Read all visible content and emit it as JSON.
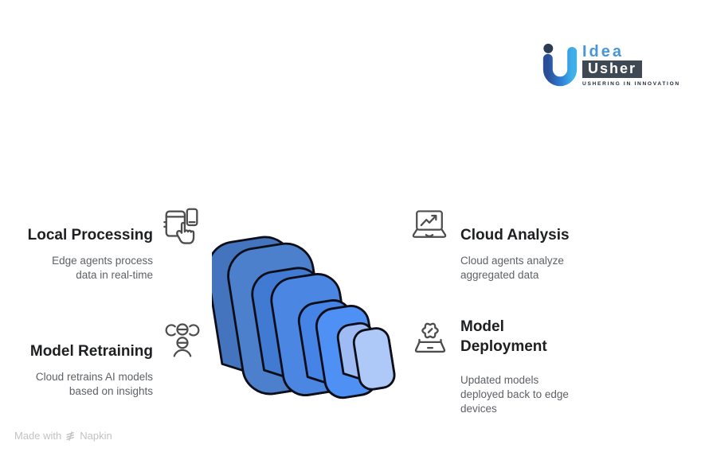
{
  "header": {
    "logo": {
      "monogram_icon": "idea-usher-monogram-icon",
      "name_top": "Idea",
      "name_bottom": "Usher",
      "tagline": "USHERING IN INNOVATION",
      "accent_blue": "#4796d8",
      "navy": "#2c3c55",
      "slate": "#3e4954"
    }
  },
  "sections": {
    "local_processing": {
      "title": "Local Processing",
      "description": "Edge agents process data in real-time",
      "icon": "devices-tap-icon"
    },
    "cloud_analysis": {
      "title": "Cloud Analysis",
      "description": "Cloud agents analyze aggregated data",
      "icon": "laptop-chart-icon"
    },
    "model_retraining": {
      "title": "Model Retraining",
      "description": "Cloud retrains AI models based on insights",
      "icon": "people-network-icon"
    },
    "model_deployment": {
      "title": "Model Deployment",
      "description": "Updated models deployed back to edge devices",
      "icon": "laptop-gear-icon"
    }
  },
  "illustration": {
    "type": "stacked-3d-rounded-squares",
    "outline": "#0e0e18",
    "slabs": [
      {
        "face": "#4c80cc",
        "side": "#4474bd"
      },
      {
        "face": "#4a86e2",
        "side": "#417ad2"
      },
      {
        "face": "#4f90f4",
        "side": "#4583e6"
      },
      {
        "face": "#aec8f8",
        "side": "#9ebcf3"
      }
    ]
  },
  "footer": {
    "made_with": "Made with",
    "brand": "Napkin",
    "mark_icon": "napkin-mark-icon"
  },
  "text_colors": {
    "title": "#1e1f21",
    "subtitle": "#5d6166",
    "icon_stroke": "#4d4d4d"
  }
}
